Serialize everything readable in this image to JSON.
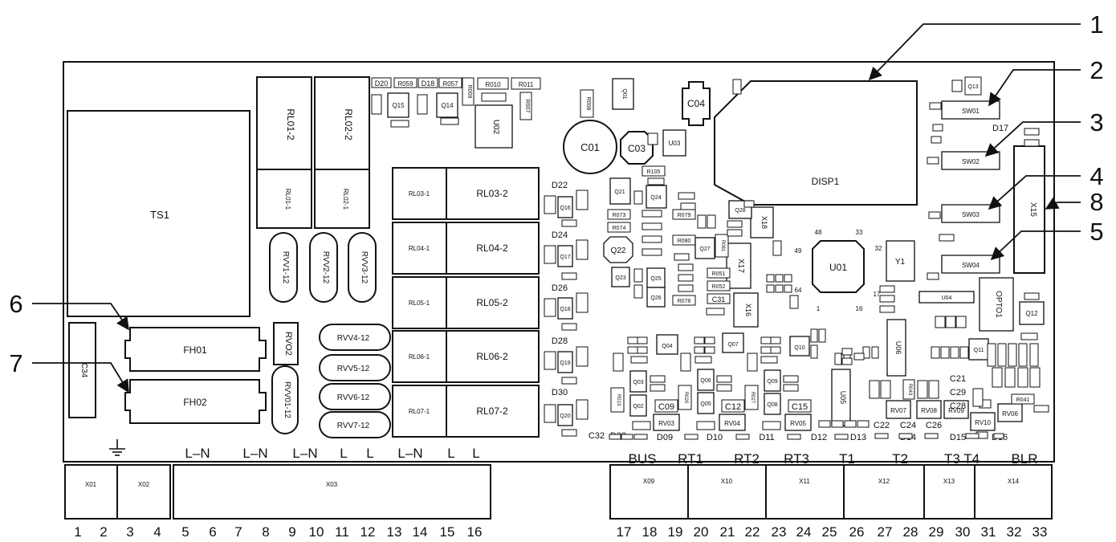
{
  "callouts": [
    "1",
    "2",
    "3",
    "4",
    "5",
    "6",
    "7",
    "8"
  ],
  "board": {
    "TS1": "TS1",
    "RL01_2": "RL01-2",
    "RL02_2": "RL02-2",
    "RL01_1": "RL01-1",
    "RL02_1": "RL02-1",
    "RL03_1": "RL03-1",
    "RL03_2": "RL03-2",
    "RL04_1": "RL04-1",
    "RL04_2": "RL04-2",
    "RL05_1": "RL05-1",
    "RL05_2": "RL05-2",
    "RL06_1": "RL06-1",
    "RL06_2": "RL06-2",
    "RL07_1": "RL07-1",
    "RL07_2": "RL07-2",
    "FH01": "FH01",
    "FH02": "FH02",
    "C34": "C34",
    "RVO2": "RVO2",
    "RVV11": "RVV1-12",
    "RVV22": "RVV2-12",
    "RVV33": "RVV3-12",
    "RVV44": "RVV4-12",
    "RVV55": "RVV5-12",
    "RVV66": "RVV6-12",
    "RVV77": "RVV7-12",
    "RVV01": "RVV01-12",
    "U02": "U02",
    "Q15": "Q15",
    "Q14": "Q14",
    "R059": "R059",
    "R057": "R057",
    "R010": "R010",
    "R011": "R011",
    "R009": "R009",
    "R007": "R007",
    "R008": "R008",
    "C01": "C01",
    "C03": "C03",
    "U03": "U03",
    "Q01": "Q01",
    "C04": "C04",
    "DISP1": "DISP1",
    "SW01": "SW01",
    "SW02": "SW02",
    "SW03": "SW03",
    "SW04": "SW04",
    "X15": "X15",
    "Q13": "Q13",
    "U01": "U01",
    "Y1": "Y1",
    "X17": "X17",
    "X18": "X18",
    "X16": "X16",
    "U04": "U04",
    "OPTO1": "OPTO1",
    "Q12": "Q12",
    "U06": "U06",
    "U05": "U05",
    "Q21": "Q21",
    "Q22": "Q22",
    "Q24": "Q24",
    "Q27": "Q27",
    "Q28": "Q28",
    "Q23": "Q23",
    "Q25": "Q25",
    "Q26": "Q26",
    "R105": "R105",
    "R073": "R073",
    "R074": "R074",
    "R079": "R079",
    "R080": "R080",
    "R081": "R081",
    "R051": "R051",
    "R052": "R052",
    "C31": "C31",
    "R078": "R078",
    "Q16": "Q16",
    "Q17": "Q17",
    "Q18": "Q18",
    "Q19": "Q19",
    "Q20": "Q20",
    "Q04": "Q04",
    "Q07": "Q07",
    "Q10": "Q10",
    "Q03": "Q03",
    "Q06": "Q06",
    "Q09": "Q09",
    "Q02": "Q02",
    "Q05": "Q05",
    "Q08": "Q08",
    "Q11": "Q11",
    "C09": "C09",
    "C12": "C12",
    "C15": "C15",
    "RV03": "RV03",
    "RV04": "RV04",
    "RV05": "RV05",
    "RV07": "RV07",
    "RV08": "RV08",
    "RV09": "RV09",
    "RV10": "RV10",
    "RV06": "RV06",
    "C21": "C21",
    "C29": "C29",
    "C28": "C28",
    "C22": "C22",
    "C24": "C24",
    "C26": "C26",
    "C32": "C32",
    "D08": "D08",
    "D09": "D09",
    "D10": "D10",
    "D11": "D11",
    "D12": "D12",
    "D13": "D13",
    "D14": "D14",
    "D15": "D15",
    "D16": "D16",
    "R013": "R013",
    "R020": "R020",
    "R027": "R027",
    "R041": "R041",
    "R043": "R043",
    "D20": "D20",
    "D18": "D18",
    "D22": "D22",
    "D24": "D24",
    "D26": "D26",
    "D28": "D28",
    "D30": "D30",
    "D17": "D17"
  },
  "pins": {
    "p48": "48",
    "p33": "33",
    "p49": "49",
    "p32": "32",
    "p64": "64",
    "p17": "17",
    "p1": "1",
    "p16": "16"
  },
  "terminals": {
    "left_labels": [
      "L–N",
      "L–N",
      "L–N",
      "L",
      "L",
      "L–N",
      "L",
      "L"
    ],
    "right_labels": [
      "BUS",
      "RT1",
      "RT2",
      "RT3",
      "T1",
      "T2",
      "T3 T4",
      "BLR"
    ],
    "blocks": [
      "X01",
      "X02",
      "X03",
      "X09",
      "X10",
      "X11",
      "X12",
      "X13",
      "X14"
    ],
    "numbers": [
      "1",
      "2",
      "3",
      "4",
      "5",
      "6",
      "7",
      "8",
      "9",
      "10",
      "11",
      "12",
      "13",
      "14",
      "15",
      "16",
      "17",
      "18",
      "19",
      "20",
      "21",
      "22",
      "23",
      "24",
      "25",
      "26",
      "27",
      "28",
      "29",
      "30",
      "31",
      "32",
      "33"
    ]
  }
}
